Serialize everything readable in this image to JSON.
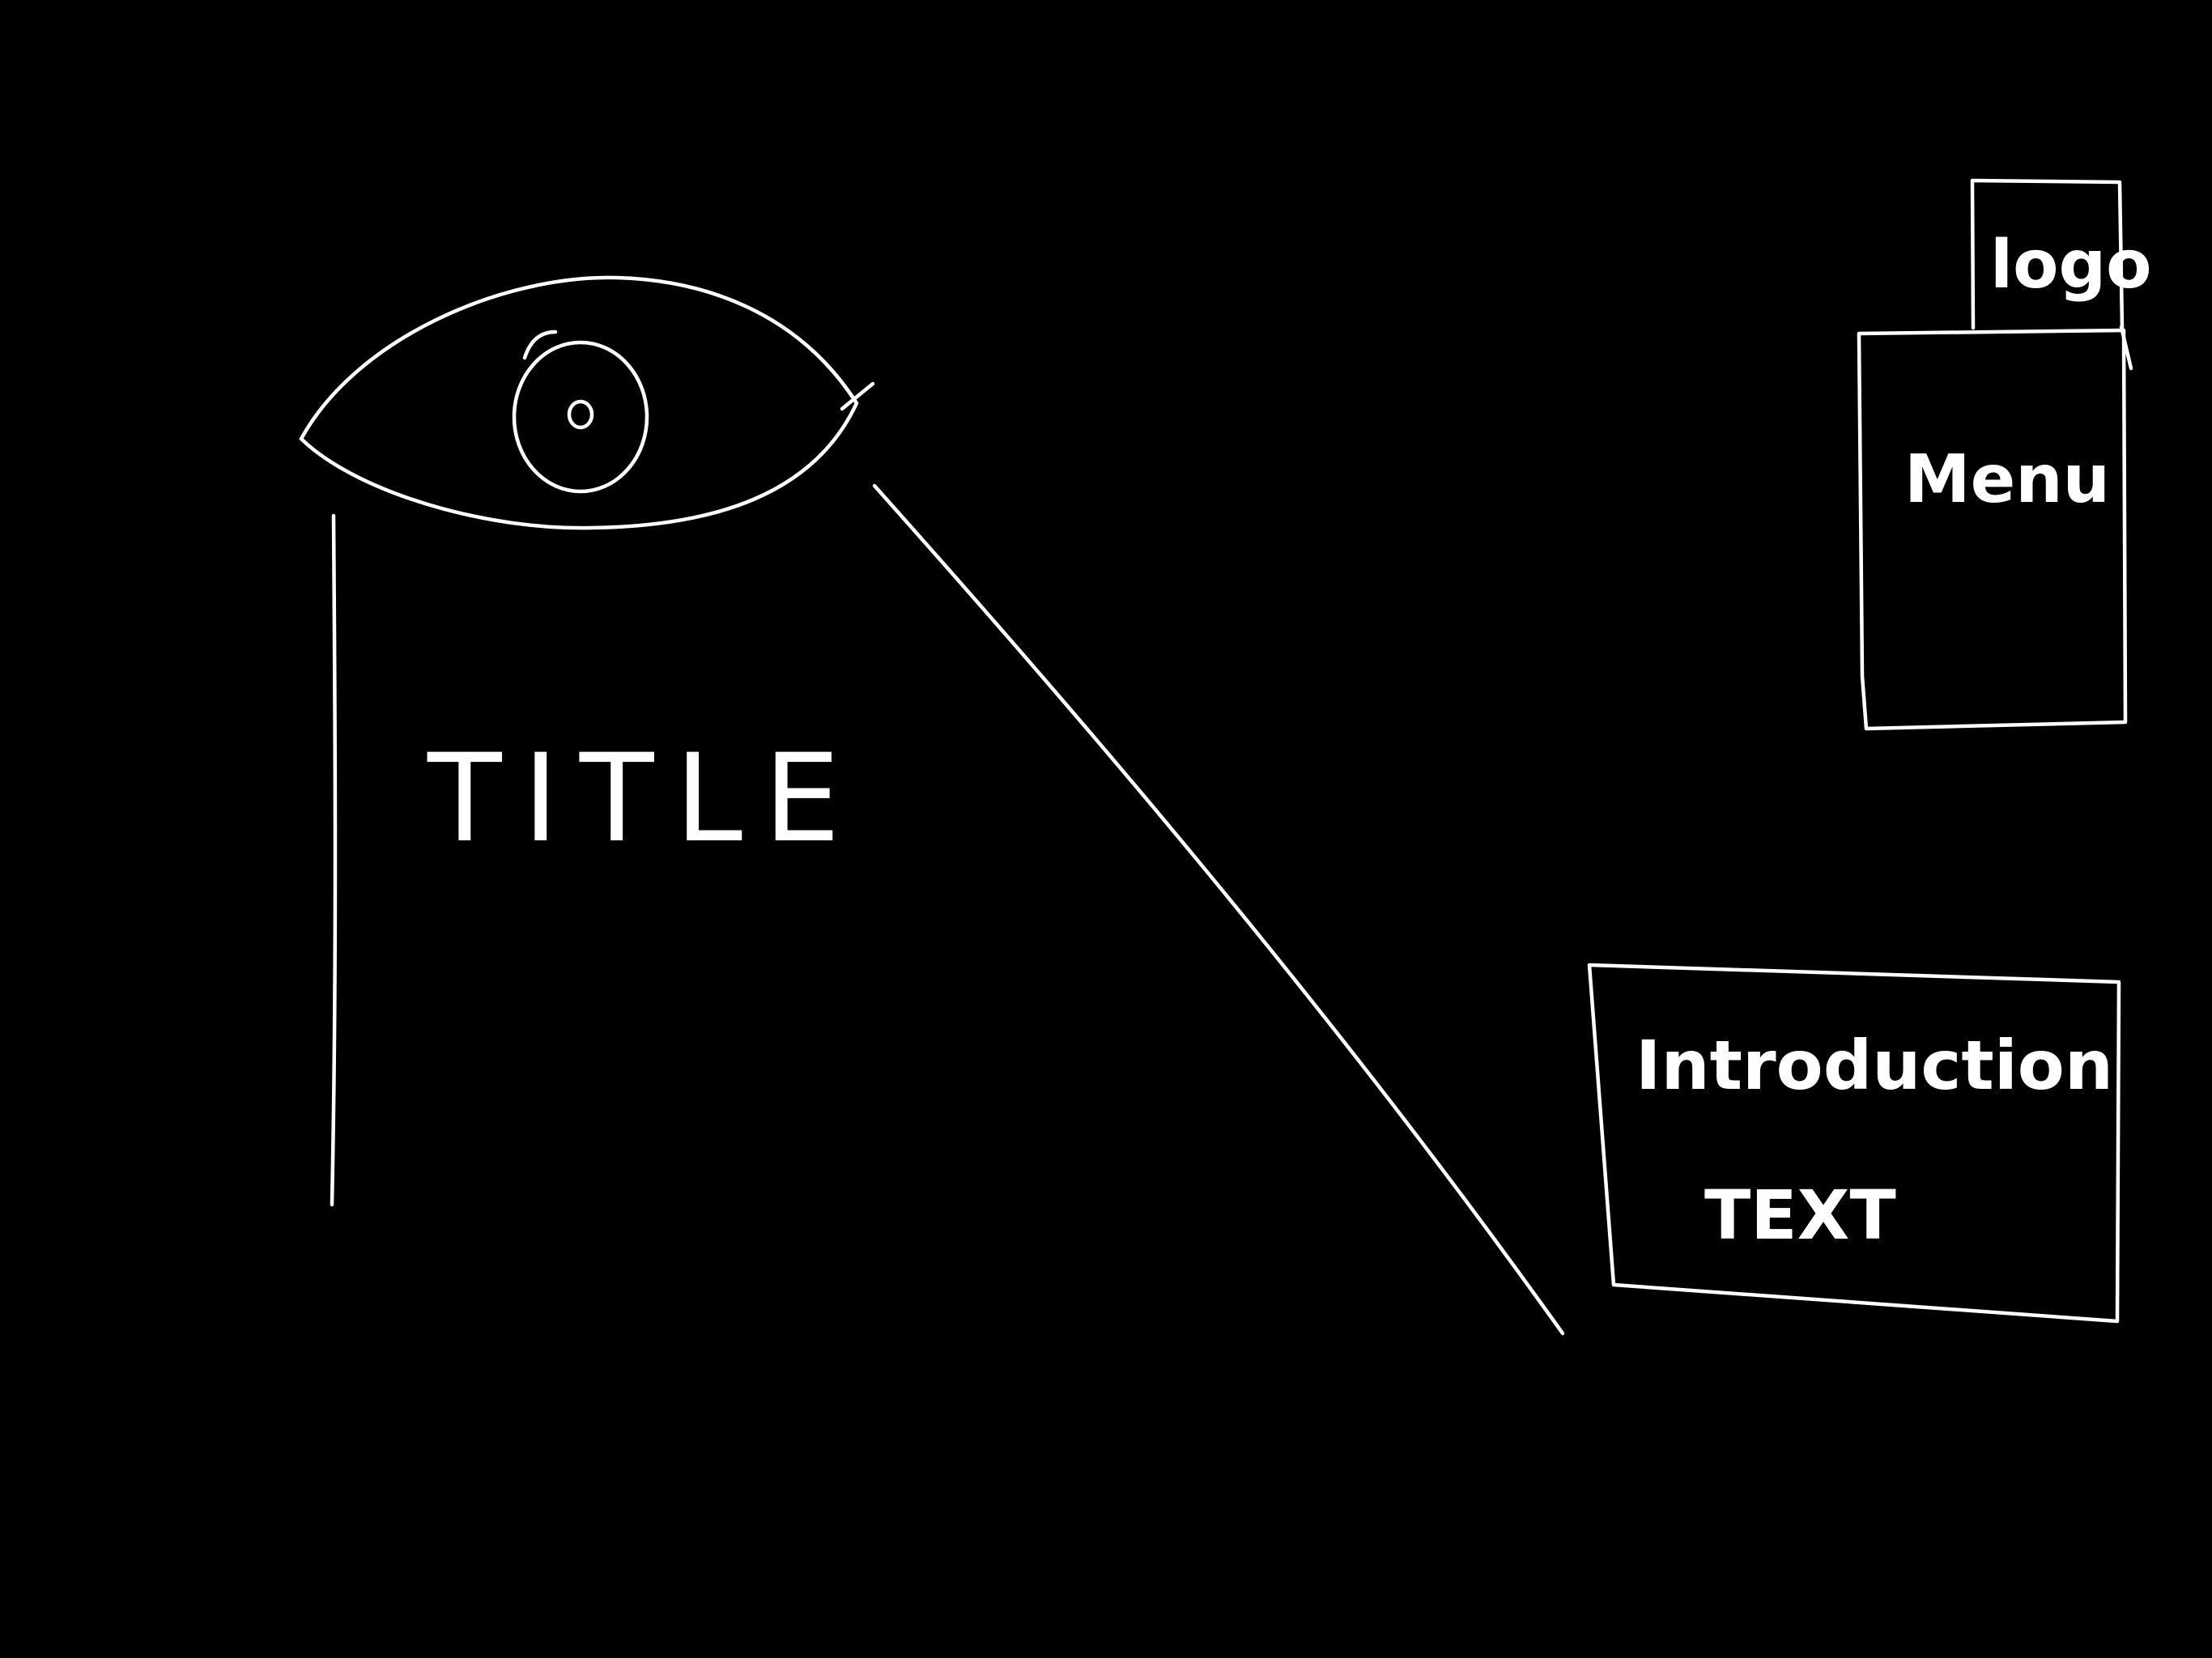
{
  "title": "TITLE",
  "logo_label": "logo",
  "menu_label": "Menu",
  "intro": {
    "heading": "Introduction",
    "body": "TEXT"
  },
  "colors": {
    "background": "#000000",
    "ink": "#ffffff"
  },
  "icons": {
    "eye": "eye-icon"
  }
}
